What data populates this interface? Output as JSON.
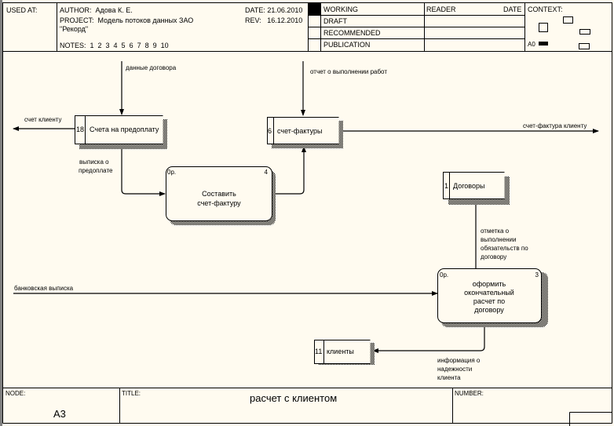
{
  "header": {
    "used_at_label": "USED AT:",
    "author_label": "AUTHOR:",
    "author": "Адова К. Е.",
    "project_label": "PROJECT:",
    "project_line1": "Модель потоков данных ЗАО",
    "project_line2": "\"Рекорд\"",
    "notes_label": "NOTES:",
    "notes": "1  2  3  4  5  6  7  8  9  10",
    "date_label": "DATE:",
    "date": "21.06.2010",
    "rev_label": "REV:",
    "rev": "16.12.2010",
    "statuses": [
      "WORKING",
      "DRAFT",
      "RECOMMENDED",
      "PUBLICATION"
    ],
    "active_status": "WORKING",
    "reader_label": "READER",
    "reader_date_label": "DATE",
    "context_label": "CONTEXT:",
    "context_node": "A0"
  },
  "diagram": {
    "processes": [
      {
        "id": "4",
        "prefix": "0р.",
        "lines": [
          "Составить",
          "счет-фактуру"
        ]
      },
      {
        "id": "3",
        "prefix": "0р.",
        "lines": [
          "оформить",
          "окончательный",
          "расчет по",
          "договору"
        ]
      }
    ],
    "stores": [
      {
        "id": "18",
        "name": "Счета на предоплату"
      },
      {
        "id": "6",
        "name": "счет-фактуры"
      },
      {
        "id": "1",
        "name": "Договоры"
      },
      {
        "id": "11",
        "name": "клиенты"
      }
    ],
    "flows": [
      {
        "lines": [
          "данные договора"
        ]
      },
      {
        "lines": [
          "счет клиенту"
        ]
      },
      {
        "lines": [
          "выписка о",
          "предоплате"
        ]
      },
      {
        "lines": [
          "отчет о выполнении работ"
        ]
      },
      {
        "lines": [
          "счет-фактура клиенту"
        ]
      },
      {
        "lines": [
          "отметка о",
          "выполнении",
          "обязательств по",
          "договору"
        ]
      },
      {
        "lines": [
          "банковская выписка"
        ]
      },
      {
        "lines": [
          "информация о",
          "надежности",
          "клиента"
        ]
      }
    ]
  },
  "footer": {
    "node_label": "NODE:",
    "node": "A3",
    "title_label": "TITLE:",
    "title": "расчет с клиентом",
    "number_label": "NUMBER:"
  }
}
